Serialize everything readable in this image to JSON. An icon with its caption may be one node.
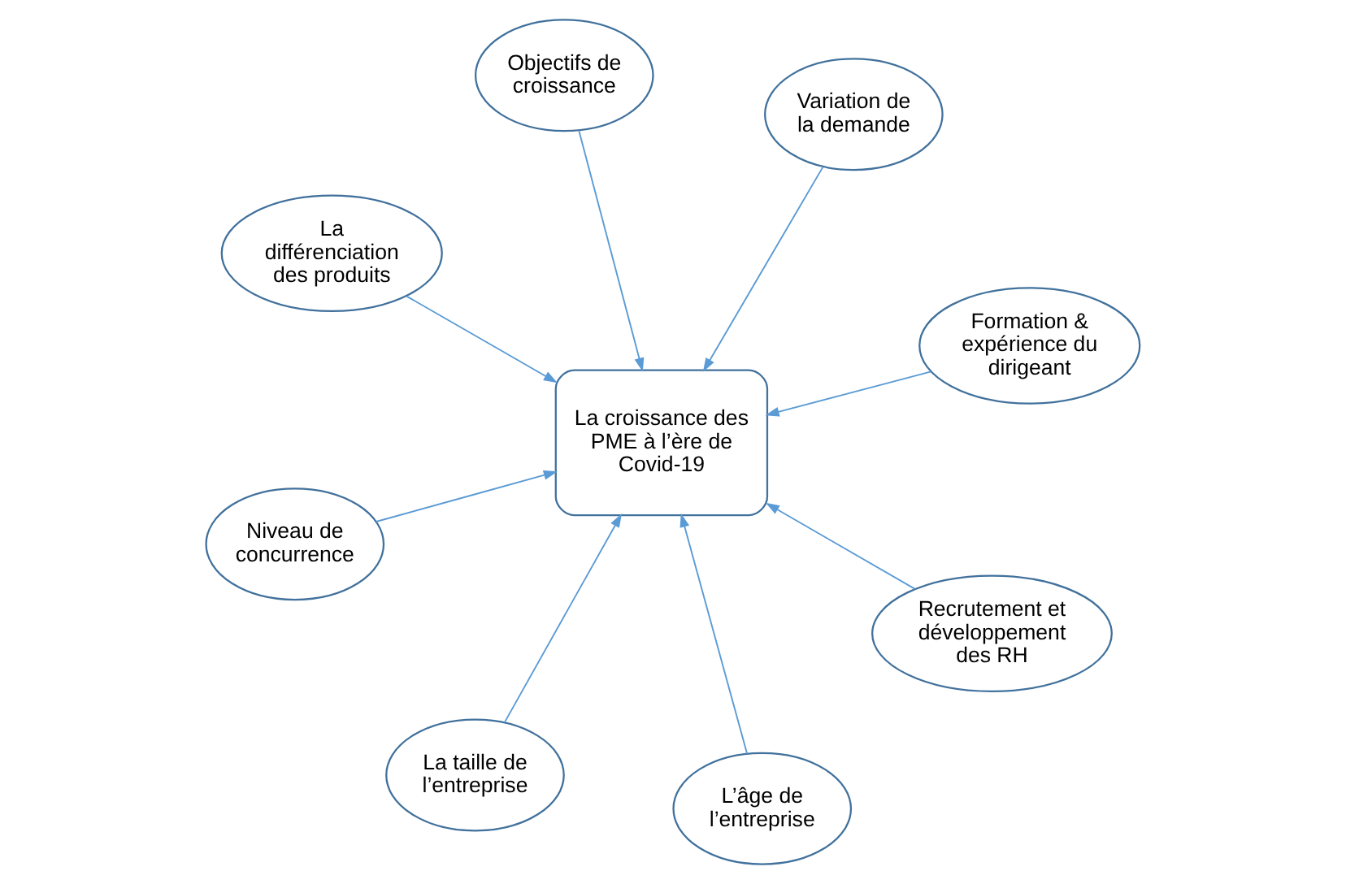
{
  "diagram": {
    "nodes": [
      {
        "text": [
          "La croissance des PME à l’ère de Covid-19"
        ]
      },
      {
        "text": [
          "Formation & expérience du dirigeant"
        ]
      },
      {
        "text": [
          "La taille de l’entreprise"
        ]
      },
      {
        "text": [
          "La différenciation des produits"
        ]
      },
      {
        "text": [
          "Variation de la demande"
        ]
      },
      {
        "text": [
          "Objectifs de croissance"
        ]
      },
      {
        "text": [
          "Niveau de concurrence"
        ]
      },
      {
        "text": [
          "Recrutement et développement des RH"
        ]
      },
      {
        "text": [
          "L’âge de l’entreprise"
        ]
      }
    ],
    "edges": [
      {
        "from": 1,
        "to": 0,
        "arrow": "to"
      },
      {
        "from": 2,
        "to": 0,
        "arrow": "to"
      },
      {
        "from": 3,
        "to": 0,
        "arrow": "to"
      },
      {
        "from": 4,
        "to": 0,
        "arrow": "to"
      },
      {
        "from": 5,
        "to": 0,
        "arrow": "to"
      },
      {
        "from": 6,
        "to": 0,
        "arrow": "to"
      },
      {
        "from": 7,
        "to": 0,
        "arrow": "to"
      },
      {
        "from": 8,
        "to": 0,
        "arrow": "to"
      }
    ]
  }
}
